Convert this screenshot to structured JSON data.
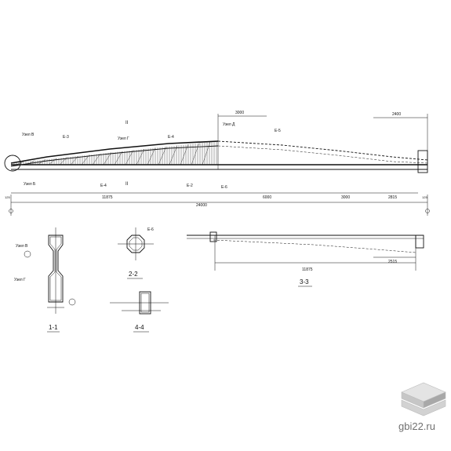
{
  "main_view": {
    "node_labels": [
      "Узел В",
      "Узел Г",
      "Узел Д",
      "Узел Б"
    ],
    "element_labels": [
      "Е-3",
      "Е-4",
      "Е-4",
      "Е-5",
      "Е-2",
      "Е-6"
    ],
    "section_marks": [
      "II",
      "II"
    ],
    "dimensions": {
      "upper_3000": "3000",
      "upper_2400": "2400",
      "left_span": "11875",
      "total": "24000",
      "seg_6000": "6000",
      "seg_3000": "3000",
      "seg_2815": "2815",
      "end_125": "125"
    }
  },
  "section_3_3": {
    "dim_total": "11875",
    "dim_2515": "2515",
    "title": "3-3"
  },
  "section_1_1": {
    "node_top": "Узел В",
    "node_bottom": "Узел Г",
    "title": "1-1"
  },
  "section_2_2": {
    "label": "Е-6",
    "title": "2-2"
  },
  "section_4_4": {
    "title": "4-4"
  },
  "watermark": {
    "text": "gbi22.ru"
  }
}
